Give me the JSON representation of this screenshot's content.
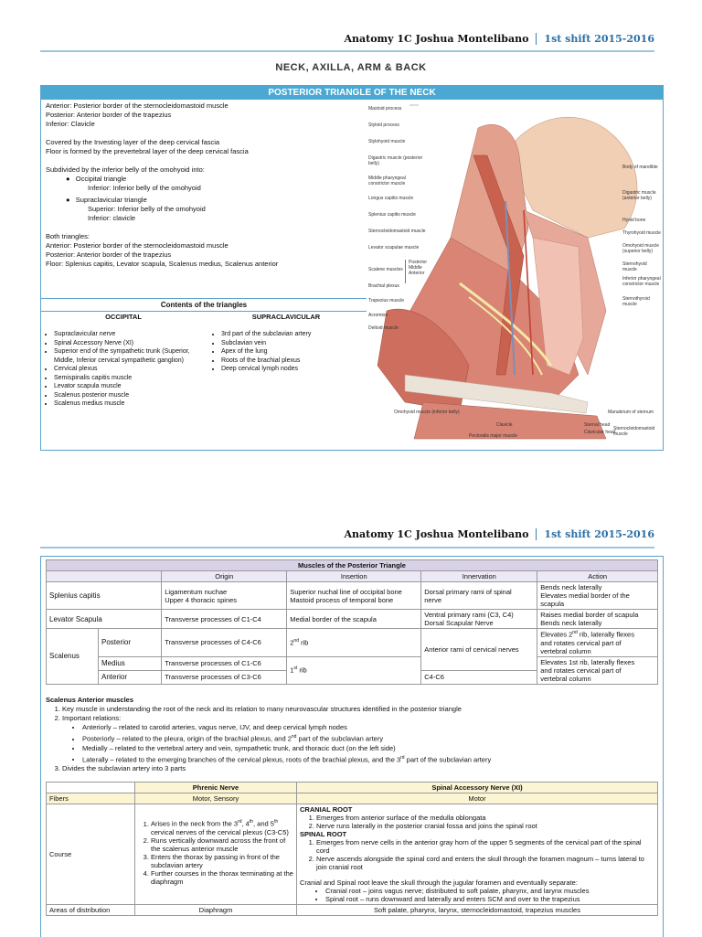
{
  "header": {
    "name": "Anatomy 1C Joshua Montelibano",
    "shift": "1st shift 2015-2016"
  },
  "page_title": "NECK, AXILLA, ARM & BACK",
  "posterior_triangle": {
    "bar_title": "POSTERIOR TRIANGLE OF THE NECK",
    "borders": [
      "Anterior: Posterior border of the sternocleidomastoid muscle",
      "Posterior: Anterior border of the trapezius",
      "Inferior: Clavicle"
    ],
    "covering": [
      "Covered by the Investing layer of the deep cervical fascia",
      "Floor is formed by the prevertebral layer of the deep cervical fascia"
    ],
    "subdivided": "Subdivided by the inferior belly of the omohyoid into:",
    "occipital_triangle": "Occipital triangle",
    "occipital_inferior": "Inferior: Inferior belly of the omohyoid",
    "supraclavicular_triangle": "Supraclavicular triangle",
    "supra_superior": "Superior: Inferior belly of the omohyoid",
    "supra_inferior": "Inferior: clavicle",
    "both": [
      "Both triangles:",
      "Anterior: Posterior border of the sternocleidomastoid muscle",
      "Posterior: Anterior border of the trapezius",
      "Floor: Splenius capitis, Levator scapula, Scalenus medius, Scalenus anterior"
    ],
    "contents_title": "Contents of the triangles",
    "col_occipital": "OCCIPITAL",
    "col_supraclavicular": "SUPRACLAVICULAR",
    "occipital_items": [
      "Supraclavicular nerve",
      "Spinal Accessory Nerve (XI)",
      "Superior end of the sympathetic trunk (Superior, Middle, Inferior cervical sympathetic ganglion)",
      "Cervical plexus",
      "Semispinalis capitis muscle",
      "Levator scapula muscle",
      "Scalenus posterior muscle",
      "Scalenus medius muscle"
    ],
    "supra_items": [
      "3rd part of the subclavian artery",
      "Subclavian vein",
      "Apex of the lung",
      "Roots of the brachial plexus",
      "Deep cervical lymph nodes"
    ]
  },
  "figure_labels": {
    "left": [
      "Mastoid process",
      "Styloid process",
      "Stylohyoid muscle",
      "Digastric muscle (posterior belly)",
      "Middle pharyngeal constrictor muscle",
      "Longus capitis muscle",
      "Splenius capitis muscle",
      "Sternocleidomastoid muscle",
      "Levator scapulae muscle",
      "Posterior",
      "Middle",
      "Anterior",
      "Scalene muscles",
      "Brachial plexus",
      "Trapezius muscle",
      "Acromion",
      "Deltoid muscle"
    ],
    "right": [
      "Body of mandible",
      "Digastric muscle (anterior belly)",
      "Hyoid bone",
      "Thyrohyoid muscle",
      "Omohyoid muscle (superior belly)",
      "Sternohyoid muscle",
      "Inferior pharyngeal constrictor muscle",
      "Sternothyroid muscle"
    ],
    "bottom": [
      "Omohyoid muscle (inferior belly)",
      "Clavicle",
      "Pectoralis major muscle",
      "Sternal head",
      "Clavicular head",
      "Sternocleidomastoid muscle",
      "Manubrium of sternum"
    ]
  },
  "muscles_table": {
    "title": "Muscles of the Posterior Triangle",
    "headers": [
      "Origin",
      "Insertion",
      "Innervation",
      "Action"
    ],
    "splenius": {
      "name": "Splenius capitis",
      "origin": [
        "Ligamentum nuchae",
        "Upper 4 thoracic spines"
      ],
      "insertion": [
        "Superior nuchal line of occipital bone",
        "Mastoid process of temporal bone"
      ],
      "innervation": [
        "Dorsal primary rami of spinal",
        "nerve"
      ],
      "action": [
        "Bends neck laterally",
        "Elevates medial border of the",
        "scapula"
      ]
    },
    "levator": {
      "name": "Levator Scapula",
      "origin": "Transverse processes of C1-C4",
      "insertion": "Medial border of the scapula",
      "innervation": [
        "Ventral primary rami (C3, C4)",
        "Dorsal Scapular Nerve"
      ],
      "action": [
        "Raises medial border of scapula",
        "Bends neck laterally"
      ]
    },
    "scalenus": {
      "name": "Scalenus",
      "posterior": "Posterior",
      "medius": "Medius",
      "anterior": "Anterior",
      "post_origin": "Transverse processes of C4-C6",
      "post_insertion": "2nd rib",
      "med_origin": "Transverse processes of C1-C6",
      "ant_origin": "Transverse processes of C3-C6",
      "mid_insertion": "1st rib",
      "innervation_pm": "Anterior rami of cervical nerves",
      "innervation_a": "C4-C6",
      "action_p": [
        "Elevates 2nd rib, laterally flexes",
        "and rotates cervical part of",
        "vertebral column"
      ],
      "action_ma": [
        "Elevates 1st rib, laterally flexes",
        "and rotates cervical part of",
        "vertebral column"
      ]
    }
  },
  "scalenus_anterior": {
    "title": "Scalenus Anterior muscles",
    "point1": "Key muscle in understanding the root of the neck and its relation to many neurovascular structures identified in the posterior triangle",
    "point2": "Important relations:",
    "relations": [
      "Anteriorly – related to carotid arteries, vagus nerve, IJV, and deep cervical lymph nodes",
      "Posteriorly – related to the pleura, origin of the brachial plexus, and 2nd part of the subclavian artery",
      "Medially – related to the vertebral artery and vein, sympathetic trunk, and thoracic duct (on the left side)",
      "Laterally – related to the emerging branches of the cervical plexus, roots of the brachial plexus, and the 3rd part of the subclavian artery"
    ],
    "point3": "Divides the subclavian artery into 3 parts"
  },
  "nerves_table": {
    "phrenic": "Phrenic Nerve",
    "accessory": "Spinal Accessory Nerve (XI)",
    "fibers_label": "Fibers",
    "phrenic_fibers": "Motor, Sensory",
    "accessory_fibers": "Motor",
    "course_label": "Course",
    "phrenic_course": [
      "Arises in the neck from the 3rd, 4th, and 5th cervical nerves of the cervical plexus (C3-C5)",
      "Runs vertically downward across the front of the scalenus anterior muscle",
      "Enters the thorax by passing in front of the subclavian artery",
      "Further courses in the thorax terminating at the diaphragm"
    ],
    "cranial_root": "CRANIAL ROOT",
    "cranial_items": [
      "Emerges from anterior surface of the medulla oblongata",
      "Nerve runs laterally in the posterior cranial fossa and joins the spinal root"
    ],
    "spinal_root": "SPINAL ROOT",
    "spinal_items": [
      "Emerges from nerve cells in the anterior gray horn of the upper 5 segments of the cervical part of the spinal cord",
      "Nerve ascends alongside the spinal cord and enters the skull through the foramen magnum – turns lateral to join cranial root"
    ],
    "leave": "Cranial and Spinal root leave the skull through the jugular foramen and eventually separate:",
    "leave_items": [
      "Cranial root – joins vagus nerve; distributed to soft palate, pharynx, and larynx muscles",
      "Spinal root – runs downward and laterally and enters SCM and over to the trapezius"
    ],
    "areas_label": "Areas of distribution",
    "phrenic_areas": "Diaphragm",
    "accessory_areas": "Soft palate, pharynx, larynx, sternocleidomastoid, trapezius muscles"
  },
  "colors": {
    "accent": "#4aa8d2",
    "table_header": "#d9d2e7",
    "nerve_header": "#fbf5d4"
  }
}
